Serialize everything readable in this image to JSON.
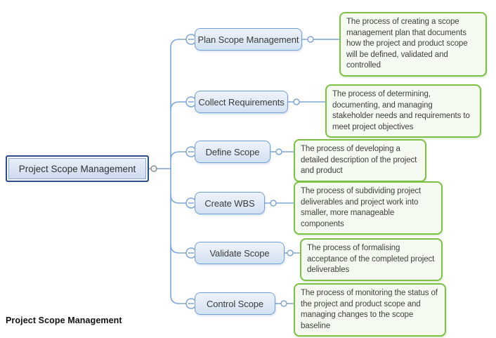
{
  "root": {
    "label": "Project Scope Management"
  },
  "caption": "Project Scope Management",
  "branches": [
    {
      "label": "Plan Scope Management",
      "description": "The process of creating a scope management plan that documents how the project and product scope will be defined, validated and controlled"
    },
    {
      "label": "Collect Requirements",
      "description": "The process of determining, documenting, and managing stakeholder needs and requirements to meet project objectives"
    },
    {
      "label": "Define Scope",
      "description": "The process of developing a detailed description of the project and product"
    },
    {
      "label": "Create WBS",
      "description": "The process of subdividing project deliverables and project work into smaller, more manageable components"
    },
    {
      "label": "Validate Scope",
      "description": "The process of formalising acceptance of the completed project deliverables"
    },
    {
      "label": "Control Scope",
      "description": "The process of monitoring the status of the project and product scope and managing changes to the scope baseline"
    }
  ],
  "icons": {
    "collapse": "minus-in-circle",
    "junction": "small-open-circle"
  },
  "colors": {
    "connector_line": "#7ea6d9",
    "node_border": "#6f9fd8",
    "node_fill": "#dbe6f3",
    "root_border": "#2c4c8c",
    "description_border": "#7cc142",
    "description_fill": "#f5faf0",
    "text": "#3b3b3b"
  }
}
